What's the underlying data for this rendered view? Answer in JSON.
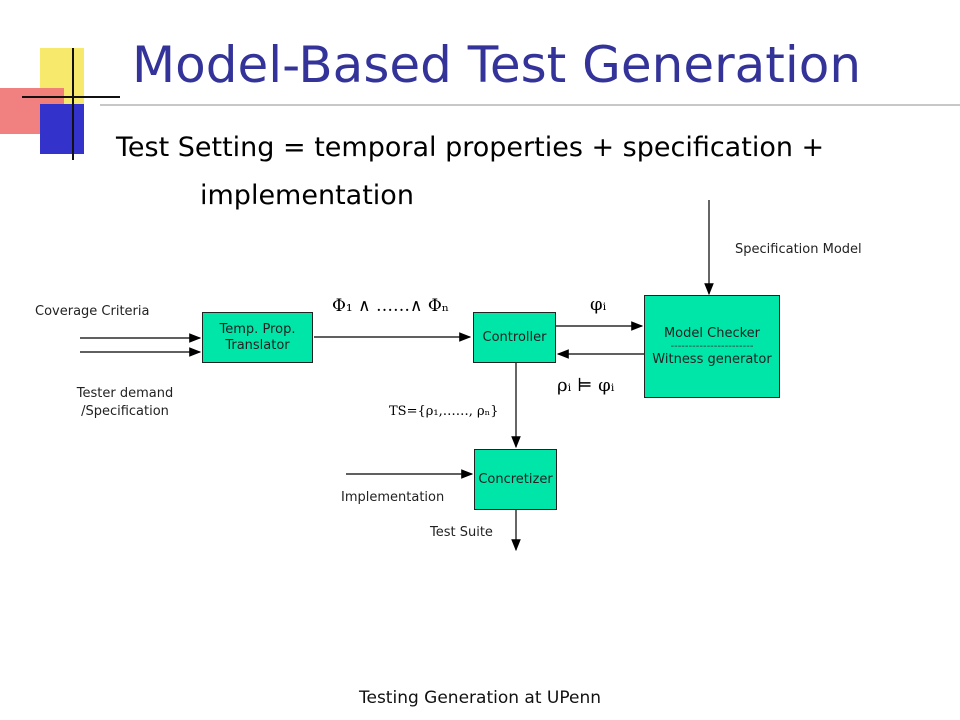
{
  "slide": {
    "title": "Model-Based Test Generation",
    "bullet_line1": "Test Setting = temporal properties + specification +",
    "bullet_line2": "implementation"
  },
  "diagram": {
    "labels": {
      "coverage_criteria": "Coverage Criteria",
      "tester_demand_line1": "Tester demand",
      "tester_demand_line2": "/Specification",
      "specification_model": "Specification Model",
      "implementation": "Implementation",
      "test_suite": "Test Suite",
      "formula_conj": "Φ₁ ∧ ……∧ Φₙ",
      "formula_phi_i": "φᵢ",
      "formula_rho_sat": "ρᵢ ⊨ φᵢ",
      "formula_ts": "TS={ρ₁,……, ρₙ}"
    },
    "boxes": {
      "translator_line1": "Temp. Prop.",
      "translator_line2": "Translator",
      "controller": "Controller",
      "model_checker": "Model Checker",
      "separator": "-----------------------",
      "witness_generator": "Witness generator",
      "concretizer": "Concretizer"
    },
    "colors": {
      "box_fill": "#00e6a8",
      "title": "#333399"
    }
  },
  "footer": {
    "text": "Testing Generation at UPenn"
  }
}
